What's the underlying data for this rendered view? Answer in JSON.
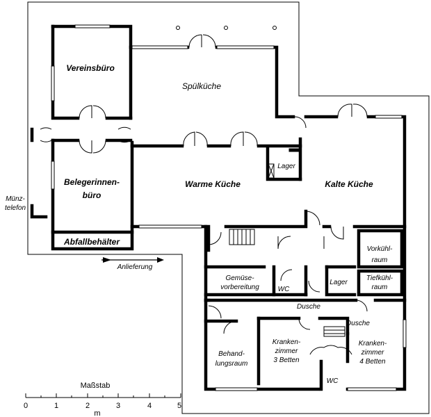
{
  "labels": {
    "vereinsbuero": "Vereinsbüro",
    "spuelkueche": "Spülküche",
    "belegerinnen_1": "Belegerinnen-",
    "belegerinnen_2": "büro",
    "warme_kueche": "Warme Küche",
    "kalte_kueche": "Kalte Küche",
    "lager_top": "Lager",
    "muenz_1": "Münz-",
    "muenz_2": "telefon",
    "abfall": "Abfallbehälter",
    "anlieferung": "Anlieferung",
    "vorkuehl_1": "Vorkühl-",
    "vorkuehl_2": "raum",
    "tiefkuehl_1": "Tiefkühl-",
    "tiefkuehl_2": "raum",
    "gemuese_1": "Gemüse-",
    "gemuese_2": "vorbereitung",
    "wc_1": "WC",
    "lager_mid": "Lager",
    "dusche_1": "Dusche",
    "dusche_2": "Dusche",
    "behand_1": "Behand-",
    "behand_2": "lungsraum",
    "kranken3_1": "Kranken-",
    "kranken3_2": "zimmer",
    "kranken3_3": "3 Betten",
    "kranken4_1": "Kranken-",
    "kranken4_2": "zimmer",
    "kranken4_3": "4 Betten",
    "wc_2": "WC"
  },
  "scale": {
    "title": "Maßstab",
    "ticks": [
      "0",
      "1",
      "2",
      "3",
      "4",
      "5"
    ],
    "unit": "m"
  }
}
